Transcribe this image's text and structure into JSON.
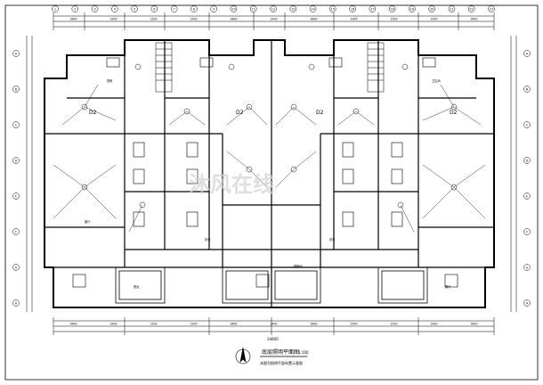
{
  "drawing": {
    "title": "底层照明平面图",
    "scale": "1:100",
    "note": "本图为照明平面布置示意图",
    "watermark": "沐风在线",
    "unit_labels": [
      "D2",
      "D2",
      "D2",
      "D2"
    ],
    "room_labels": [
      "客厅",
      "卧室",
      "卧室",
      "厨房",
      "卫生间",
      "阳台",
      "餐厅",
      "楼梯间"
    ],
    "axis_top": [
      "1",
      "2",
      "3",
      "4",
      "5",
      "6",
      "7",
      "8",
      "9",
      "10",
      "11",
      "12",
      "13",
      "14",
      "15",
      "16",
      "17",
      "18",
      "19",
      "20",
      "21",
      "22",
      "23"
    ],
    "axis_left": [
      "A",
      "B",
      "C",
      "D",
      "E",
      "F",
      "G",
      "H"
    ],
    "dim_top": [
      "3600",
      "3300",
      "1500",
      "3300",
      "3600",
      "2400",
      "3600",
      "3300",
      "1500",
      "3300",
      "3600"
    ],
    "dim_total": "34800",
    "colors": {
      "line": "#000000",
      "watermark": "#c8c8c8",
      "paper": "#ffffff"
    }
  }
}
